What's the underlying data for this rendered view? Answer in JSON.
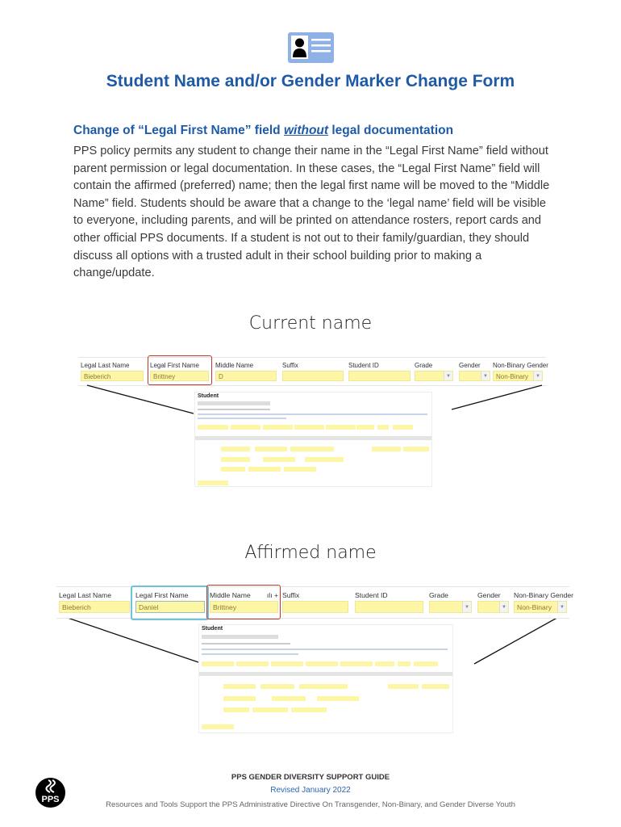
{
  "header": {
    "icon": "id-card-icon",
    "title": "Student Name and/or Gender Marker Change Form"
  },
  "section": {
    "heading_pre": "Change of “Legal First Name” field ",
    "heading_em": "without",
    "heading_post": " legal documentation",
    "body": "PPS policy permits any student to change their name in the “Legal First Name” field without parent permission or legal documentation. In these cases, the “Legal First Name” field will contain the affirmed (preferred) name; then the legal first name will be moved to the “Middle Name” field. Students should be aware that a change to the ‘legal name’ field will be visible to everyone, including parents, and will be printed on attendance rosters, report cards and other official PPS documents. If a student is not out to their family/guardian, they should discuss all options with a trusted adult in their school building prior to making a change/update."
  },
  "current": {
    "caption": "Current name",
    "fields": [
      {
        "label": "Legal Last Name",
        "value": "Bieberich"
      },
      {
        "label": "Legal First Name",
        "value": "Brittney"
      },
      {
        "label": "Middle Name",
        "value": "D"
      },
      {
        "label": "Suffix",
        "value": ""
      },
      {
        "label": "Student ID",
        "value": ""
      },
      {
        "label": "Grade",
        "value": ""
      },
      {
        "label": "Gender",
        "value": ""
      },
      {
        "label": "Non-Binary Gender",
        "value": "Non-Binary"
      }
    ],
    "mini_title": "Student"
  },
  "affirmed": {
    "caption": "Affirmed name",
    "fields": [
      {
        "label": "Legal Last Name",
        "value": "Bieberich"
      },
      {
        "label": "Legal First Name",
        "value": "Daniel"
      },
      {
        "label": "Middle Name",
        "value": "Brittney"
      },
      {
        "label": "Suffix",
        "value": ""
      },
      {
        "label": "Student ID",
        "value": ""
      },
      {
        "label": "Grade",
        "value": ""
      },
      {
        "label": "Gender",
        "value": ""
      },
      {
        "label": "Non-Binary Gender",
        "value": "Non-Binary"
      }
    ],
    "middle_icons": "ılı +",
    "mini_title": "Student"
  },
  "footer": {
    "logo": "PPS",
    "guide": "PPS GENDER DIVERSITY SUPPORT GUIDE",
    "revised": "Revised January 2022",
    "tagline": "Resources and Tools Support the PPS Administrative Directive On Transgender, Non-Binary, and Gender Diverse Youth"
  },
  "colors": {
    "accent": "#1f5aa6",
    "field": "#fdf7a5",
    "highlight_red": "#c0392b",
    "highlight_blue": "#6fc3d6"
  }
}
